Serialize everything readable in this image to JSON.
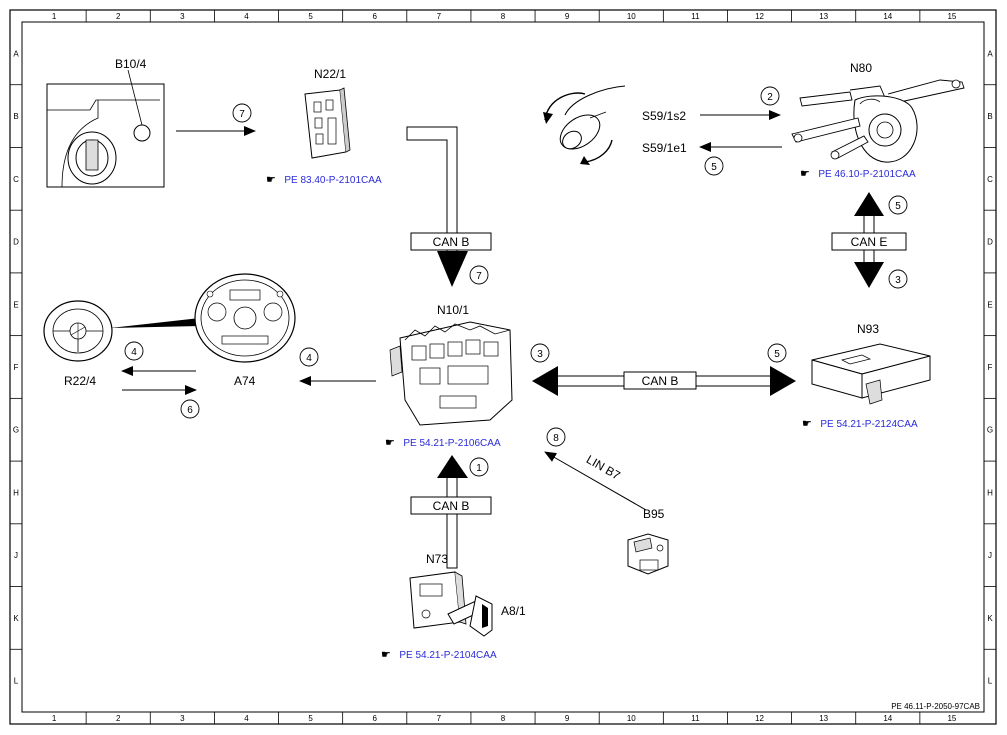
{
  "grid": {
    "columns": [
      "1",
      "2",
      "3",
      "4",
      "5",
      "6",
      "7",
      "8",
      "9",
      "10",
      "11",
      "12",
      "13",
      "14",
      "15"
    ],
    "rows": [
      "A",
      "B",
      "C",
      "D",
      "E",
      "F",
      "G",
      "H",
      "J",
      "K",
      "L"
    ]
  },
  "components": {
    "b10_4": "B10/4",
    "n22_1": "N22/1",
    "s59_1s2": "S59/1s2",
    "s59_1e1": "S59/1e1",
    "n80": "N80",
    "n10_1": "N10/1",
    "r22_4": "R22/4",
    "a74": "A74",
    "n93": "N93",
    "b95": "B95",
    "n73": "N73",
    "a8_1": "A8/1"
  },
  "buses": {
    "can_b_top": "CAN B",
    "can_e": "CAN E",
    "can_b_right": "CAN B",
    "can_b_bottom": "CAN B",
    "lin_b7": "LIN B7"
  },
  "steps": {
    "s7_a": "7",
    "s7_b": "7",
    "s2": "2",
    "s5_a": "5",
    "s5_b": "5",
    "s5_c": "5",
    "s3_a": "3",
    "s3_b": "3",
    "s4_a": "4",
    "s4_b": "4",
    "s6": "6",
    "s1": "1",
    "s8": "8"
  },
  "refs": {
    "hand_icon": "☛",
    "n22_1": "PE 83.40-P-2101CAA",
    "n80": "PE 46.10-P-2101CAA",
    "n10_1": "PE 54.21-P-2106CAA",
    "n93": "PE 54.21-P-2124CAA",
    "n73": "PE 54.21-P-2104CAA"
  },
  "footer": "PE 46.11-P-2050-97CAB",
  "colors": {
    "reference_link": "#2a2ad8",
    "line": "#000000"
  }
}
